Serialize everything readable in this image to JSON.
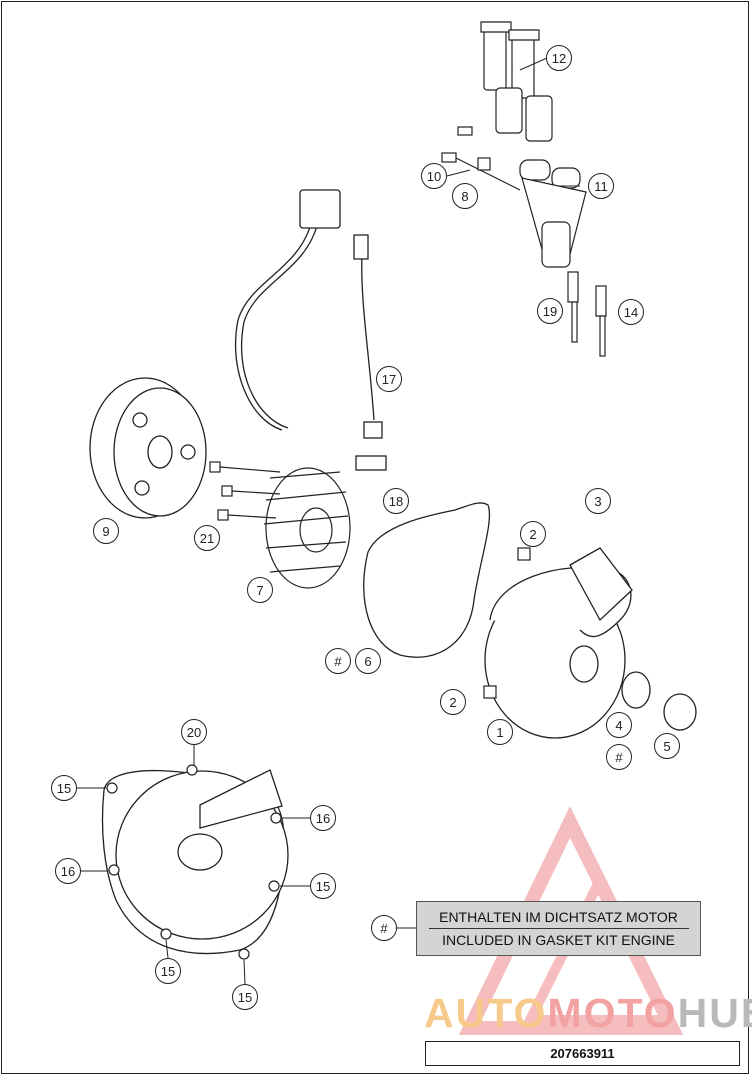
{
  "callouts": {
    "c1": "1",
    "c2a": "2",
    "c2b": "2",
    "c3": "3",
    "c4": "4",
    "c5": "5",
    "c6": "6",
    "c7": "7",
    "c8": "8",
    "c9": "9",
    "c10": "10",
    "c11": "11",
    "c12": "12",
    "c14": "14",
    "c15a": "15",
    "c15b": "15",
    "c15c": "15",
    "c15d": "15",
    "c16a": "16",
    "c16b": "16",
    "c17": "17",
    "c18": "18",
    "c19": "19",
    "c20": "20",
    "c21": "21",
    "hash4": "#",
    "hash6": "#",
    "hash_legend": "#"
  },
  "legend": {
    "line1": "ENTHALTEN IM DICHTSATZ MOTOR",
    "line2": "INCLUDED IN GASKET KIT ENGINE"
  },
  "drawing_number": "207663911",
  "watermark": {
    "part1": "AUTO",
    "part2": "MOTO",
    "part3": "HUB"
  }
}
